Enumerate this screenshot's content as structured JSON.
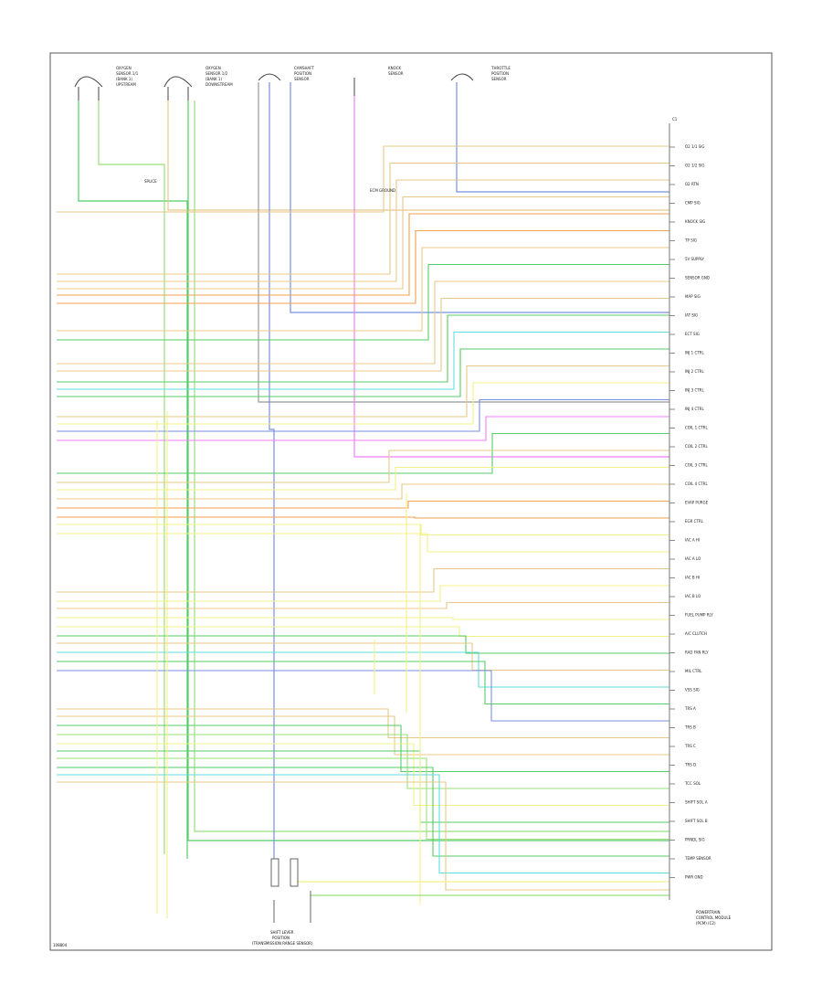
{
  "diagram": {
    "page_code": "108804",
    "module_caption": [
      "POWERTRAIN",
      "CONTROL MODULE",
      "(PCM) (C2)"
    ],
    "bottom_caption": [
      "SHIFT LEVER",
      "POSITION",
      "(TRANSMISSION RANGE SENSOR)"
    ],
    "top_components": [
      {
        "label": [
          "OXYGEN",
          "SENSOR 1/1",
          "(BANK 1)",
          "UPSTREAM"
        ]
      },
      {
        "label": [
          "OXYGEN",
          "SENSOR 1/2",
          "(BANK 1)",
          "DOWNSTREAM"
        ]
      },
      {
        "label": [
          "CAMSHAFT",
          "POSITION",
          "SENSOR"
        ]
      },
      {
        "label": [
          "KNOCK",
          "SENSOR"
        ]
      },
      {
        "label": [
          "THROTTLE",
          "POSITION",
          "SENSOR"
        ]
      }
    ],
    "connector_tag": "C1",
    "ground_label": "ECM GROUND",
    "splice_label": "SPLICE",
    "right_labels": [
      "O2 1/1 SIG",
      "O2 1/2 SIG",
      "O2 RTN",
      "CMP SIG",
      "KNOCK SIG",
      "TP SIG",
      "5V SUPPLY",
      "SENSOR GND",
      "MAP SIG",
      "IAT SIG",
      "ECT SIG",
      "INJ 1 CTRL",
      "INJ 2 CTRL",
      "INJ 3 CTRL",
      "INJ 4 CTRL",
      "COIL 1 CTRL",
      "COIL 2 CTRL",
      "COIL 3 CTRL",
      "COIL 4 CTRL",
      "EVAP PURGE",
      "EGR CTRL",
      "IAC A HI",
      "IAC A LO",
      "IAC B HI",
      "IAC B LO",
      "FUEL PUMP RLY",
      "A/C CLUTCH",
      "RAD FAN RLY",
      "MIL CTRL",
      "VSS SIG",
      "TRS A",
      "TRS B",
      "TRS C",
      "TRS D",
      "TCC SOL",
      "SHIFT SOL A",
      "SHIFT SOL B",
      "PRNDL SIG",
      "TEMP SENSOR",
      "PWR GND"
    ],
    "wire_colors": {
      "green": "#55cc66",
      "lightgreen": "#99e07a",
      "tan": "#e8c88a",
      "orange": "#f0a050",
      "blue": "#7890e0",
      "pink": "#f080f0",
      "cyan": "#60dede",
      "yellow": "#f4f088",
      "grey": "#999999"
    }
  }
}
